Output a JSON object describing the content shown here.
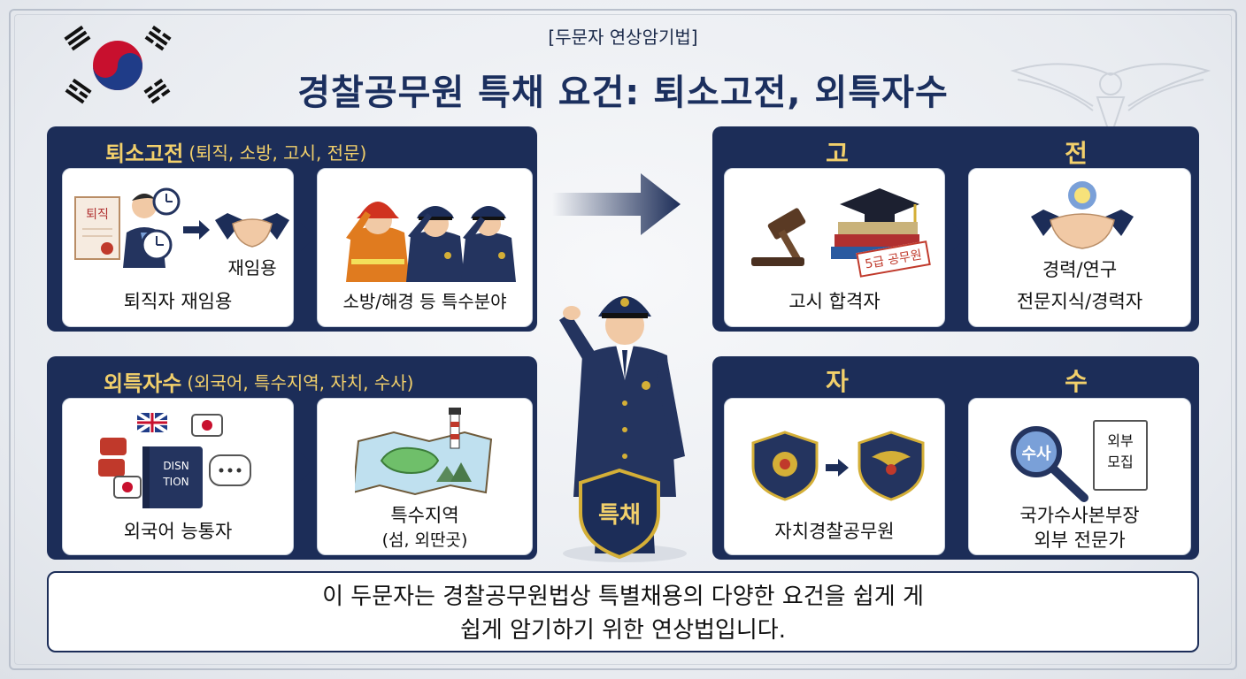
{
  "header": {
    "subtitle": "[두문자 연상암기법]",
    "title": "경찰공무원 특채 요건: 퇴소고전, 외특자수"
  },
  "panels": {
    "top_left": {
      "title": "퇴소고전",
      "subtitle": "(퇴직, 소방, 고시, 전문)",
      "cards": [
        {
          "label": "퇴직자 재임용",
          "tag": "재임용",
          "doc_text": "퇴직"
        },
        {
          "label": "소방/해경 등 특수분야"
        }
      ]
    },
    "top_right": {
      "letters": [
        "고",
        "전"
      ],
      "cards": [
        {
          "label": "고시 합격자",
          "stamp": "5급 공무원"
        },
        {
          "label_line1": "경력/연구",
          "label_line2": "전문지식/경력자"
        }
      ]
    },
    "bottom_left": {
      "title": "외특자수",
      "subtitle": "(외국어, 특수지역, 자치, 수사)",
      "cards": [
        {
          "label": "외국어 능통자",
          "book_text": "DISN TION"
        },
        {
          "label_line1": "특수지역",
          "label_line2": "(섬, 외딴곳)"
        }
      ]
    },
    "bottom_right": {
      "letters": [
        "자",
        "수"
      ],
      "cards": [
        {
          "label": "자치경찰공무원"
        },
        {
          "label_line1": "국가수사본부장",
          "label_line2": "외부 전문가",
          "magnifier_text": "수사",
          "doc_line1": "외부",
          "doc_line2": "모집"
        }
      ]
    }
  },
  "center": {
    "badge_text": "특채"
  },
  "footer": {
    "line1": "이 두문자는 경찰공무원법상 특별채용의 다양한 요건을 쉽게  게",
    "line2": "쉽게 암기하기 위한  연상법입니다."
  },
  "colors": {
    "navy": "#1c2d58",
    "gold": "#f2d06b",
    "background": "#eceef2"
  }
}
